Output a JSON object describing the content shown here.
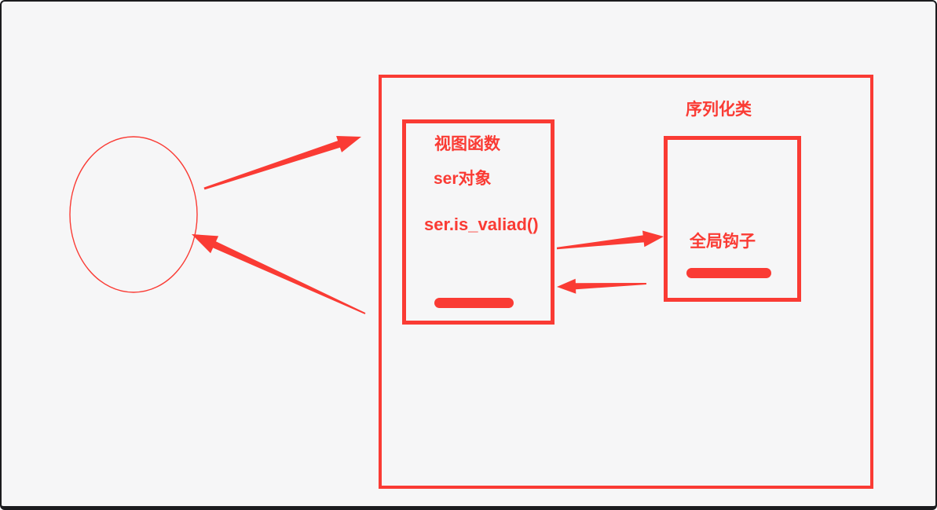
{
  "page": {
    "background_color": "#f6f6f7",
    "frame_color": "#1b1b1e",
    "accent_color": "#fa3b34"
  },
  "diagram": {
    "client_node": {
      "shape": "ellipse",
      "text": ""
    },
    "view_function_box": {
      "title": "视图函数",
      "object_label": "ser对象",
      "method_call": "ser.is_valiad()"
    },
    "serializer": {
      "class_label": "序列化类",
      "hook_label": "全局钩子"
    },
    "arrows": {
      "client_to_frame": "ellipse to outer frame",
      "frame_to_client": "outer frame back to ellipse",
      "view_to_serializer": "view box to serializer box",
      "serializer_to_view": "serializer box back to view box"
    }
  }
}
